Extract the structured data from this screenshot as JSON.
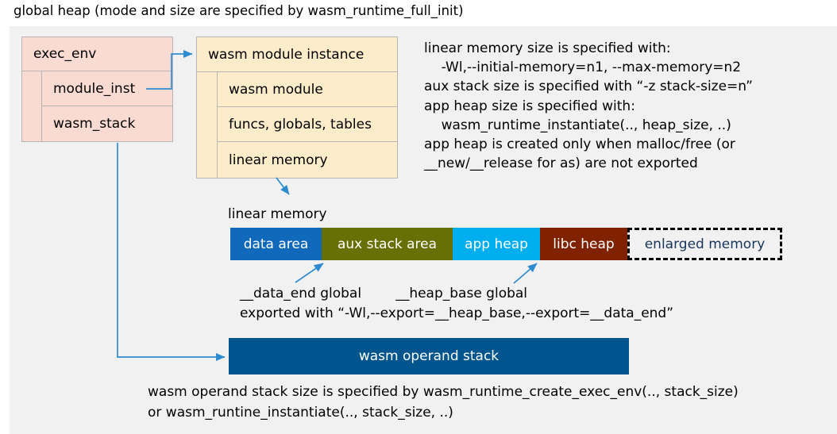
{
  "title": "global heap (mode and size are specified by wasm_runtime_full_init)",
  "exec_env": {
    "header": "exec_env",
    "fields": [
      {
        "label": "module_inst"
      },
      {
        "label": "wasm_stack"
      }
    ]
  },
  "module_instance": {
    "header": "wasm module instance",
    "fields": [
      {
        "label": "wasm module"
      },
      {
        "label": "funcs, globals, tables"
      },
      {
        "label": "linear memory"
      }
    ]
  },
  "notes_right": "linear memory size is specified with:\n    -Wl,--initial-memory=n1, --max-memory=n2\naux stack size is specified with “-z stack-size=n”\napp heap size is specified with:\n    wasm_runtime_instantiate(.., heap_size, ..)\napp heap is created only when malloc/free (or\n__new/__release for as) are not exported",
  "linear_memory": {
    "caption": "linear memory",
    "segments": [
      {
        "label": "data area",
        "color": "#1069ba",
        "width": 115,
        "style": "solid"
      },
      {
        "label": "aux stack area",
        "color": "#667004",
        "width": 165,
        "style": "solid"
      },
      {
        "label": "app heap",
        "color": "#00aeef",
        "width": 110,
        "style": "solid"
      },
      {
        "label": "libc heap",
        "color": "#802200",
        "width": 110,
        "style": "solid"
      },
      {
        "label": "enlarged memory",
        "color": "transparent",
        "width": 195,
        "style": "dashed"
      }
    ]
  },
  "globals_note": {
    "data_end_label": "__data_end global",
    "heap_base_label": "__heap_base global",
    "export_line": "exported with “-Wl,--export=__heap_base,--export=__data_end”"
  },
  "operand_stack": {
    "label": "wasm operand stack",
    "color": "#00558e"
  },
  "bottom_note": "wasm operand stack size is specified by wasm_runtime_create_exec_env(.., stack_size)\nor wasm_runtine_instantiate(.., stack_size, ..)",
  "colors": {
    "panel_background": "#f1f1f1",
    "exec_env_fill": "#fadbd2",
    "module_instance_fill": "#fdecc9",
    "connector": "#2e8bd0",
    "enlarged_text": "#17365d"
  }
}
